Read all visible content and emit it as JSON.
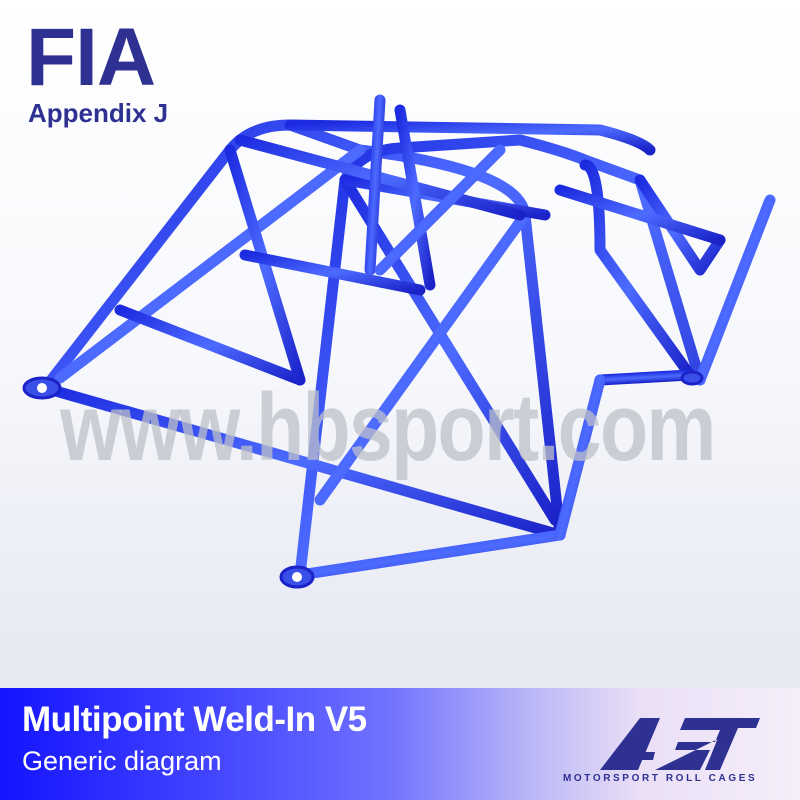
{
  "header": {
    "title": "FIA",
    "subtitle": "Appendix J"
  },
  "watermark": "www.hbsport.com",
  "banner": {
    "title": "Multipoint Weld-In V5",
    "subtitle": "Generic diagram",
    "logo_text": "AST",
    "logo_tagline": "MOTORSPORT ROLL CAGES"
  },
  "colors": {
    "brand": "#2e3192",
    "tube": "#2a3cf0",
    "banner_start": "#1414ff"
  }
}
